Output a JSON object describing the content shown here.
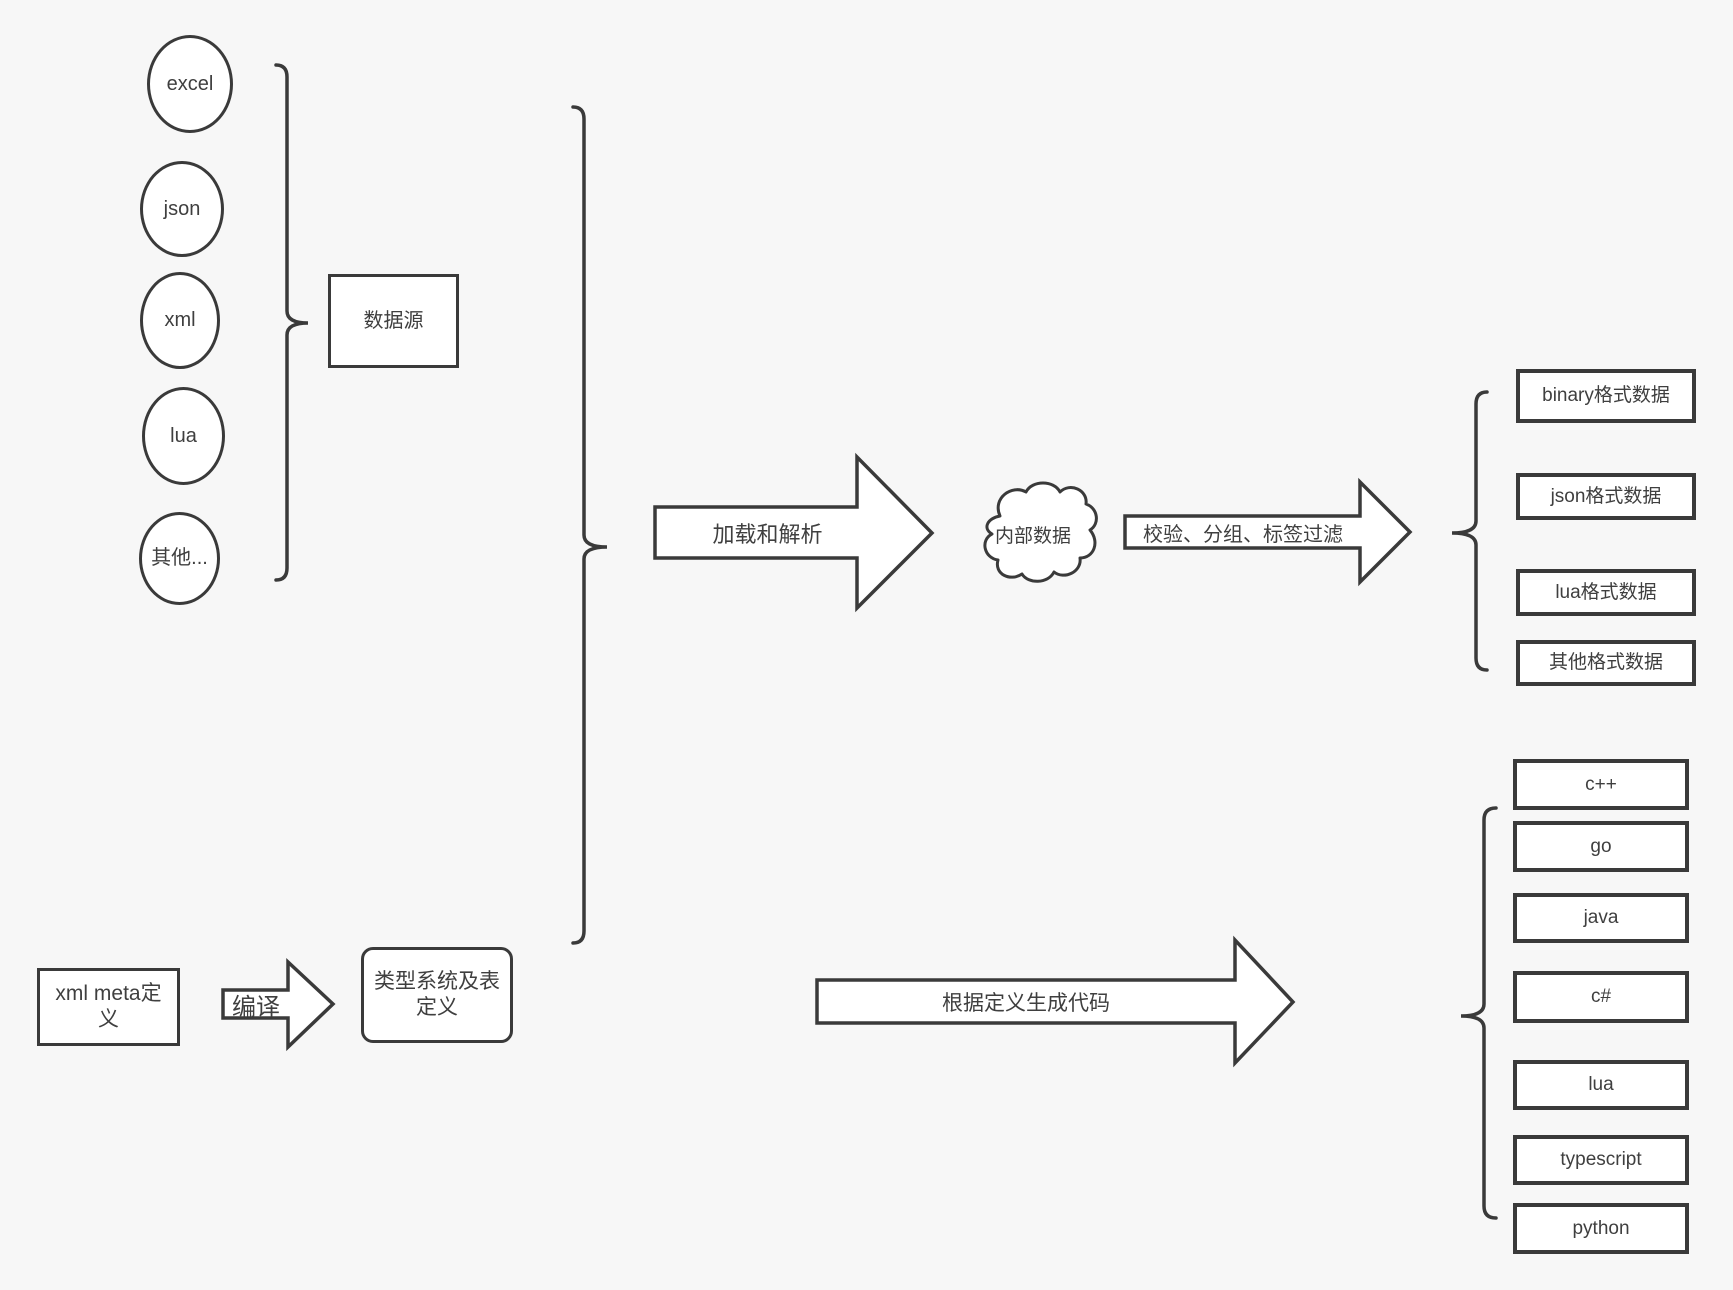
{
  "diagram": {
    "background_color": "#f7f7f7",
    "stroke_color": "#3a3a3a",
    "node_fill_color": "#ffffff"
  },
  "sources": {
    "items": [
      {
        "label": "excel"
      },
      {
        "label": "json"
      },
      {
        "label": "xml"
      },
      {
        "label": "lua"
      },
      {
        "label": "其他..."
      }
    ],
    "group_box_label": "数据源"
  },
  "pipeline": {
    "load_parse_arrow_label": "加载和解析",
    "internal_data_cloud_label": "内部数据",
    "filter_arrow_label": "校验、分组、标签过滤"
  },
  "outputs": {
    "items": [
      {
        "label": "binary格式数据"
      },
      {
        "label": "json格式数据"
      },
      {
        "label": "lua格式数据"
      },
      {
        "label": "其他格式数据"
      }
    ]
  },
  "definitions": {
    "xml_meta_box_label": "xml meta定\n义",
    "compile_arrow_label": "编译",
    "type_system_box_label": "类型系统及表\n定义",
    "codegen_arrow_label": "根据定义生成代码"
  },
  "languages": {
    "items": [
      {
        "label": "c++"
      },
      {
        "label": "go"
      },
      {
        "label": "java"
      },
      {
        "label": "c#"
      },
      {
        "label": "lua"
      },
      {
        "label": "typescript"
      },
      {
        "label": "python"
      }
    ]
  }
}
